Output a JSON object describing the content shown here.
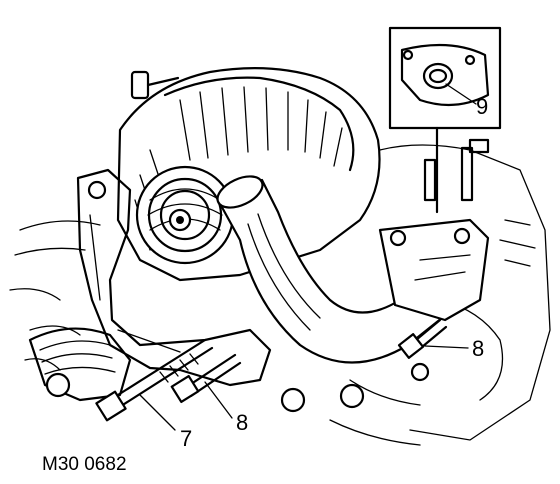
{
  "callouts": {
    "bolt_7": "7",
    "bolt_8_lower": "8",
    "bolt_8_right": "8",
    "seal_9": "9"
  },
  "figure_code": "M30 0682"
}
